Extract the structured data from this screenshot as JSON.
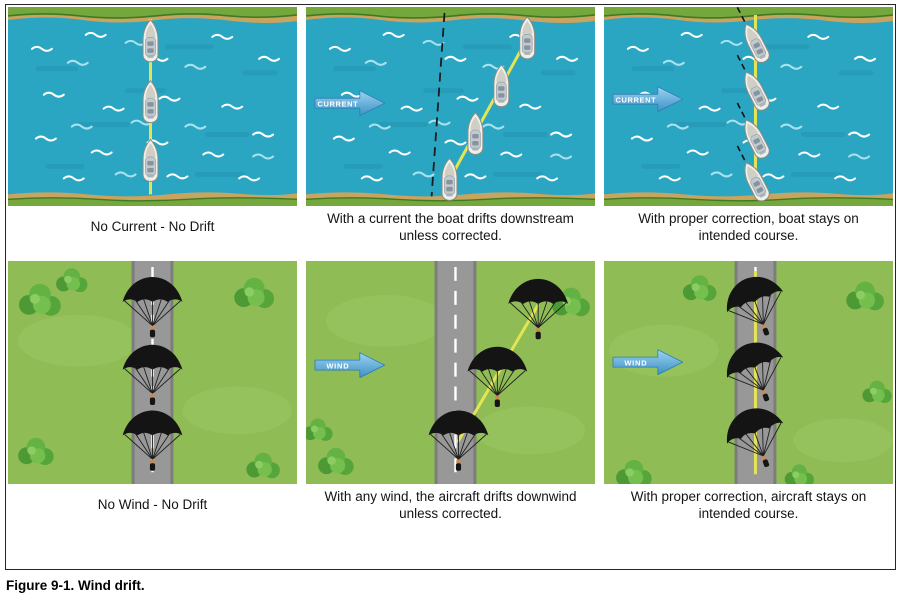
{
  "figure_caption": "Figure 9-1. Wind drift.",
  "panels": [
    {
      "caption": "No Current - No Drift"
    },
    {
      "caption": "With a current the boat drifts downstream unless corrected.",
      "arrow_label": "CURRENT"
    },
    {
      "caption": "With proper correction, boat stays on intended course.",
      "arrow_label": "CURRENT"
    },
    {
      "caption": "No Wind - No Drift"
    },
    {
      "caption": "With any wind, the aircraft drifts downwind unless corrected.",
      "arrow_label": "WIND"
    },
    {
      "caption": "With proper correction, aircraft stays on intended course.",
      "arrow_label": "WIND"
    }
  ],
  "colors": {
    "water": "#2BA6C2",
    "grass": "#8FBC55",
    "road": "#989898",
    "bank_green": "#74A73C",
    "sand": "#C9A45E",
    "arrow_blue": "#3F90C6",
    "track_yellow": "#E4E455",
    "canopy_black": "#141414"
  }
}
